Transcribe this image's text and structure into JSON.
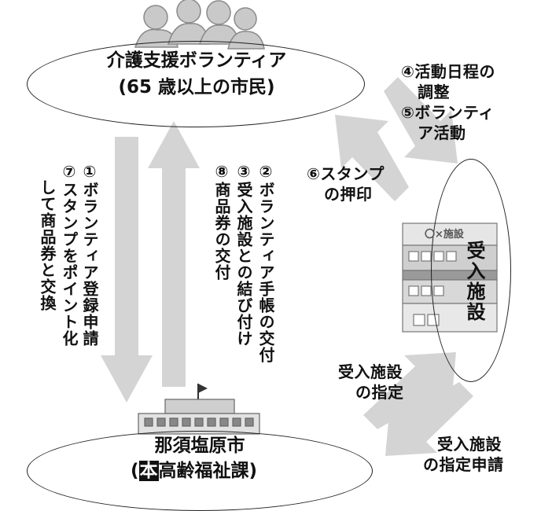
{
  "top_group": {
    "title": "介護支援ボランティア",
    "subtitle": "(65 歳以上の市民)"
  },
  "facility": {
    "name": "受入施設",
    "sign": "〇×施設"
  },
  "city": {
    "name": "那須塩原市",
    "dept_open": "(",
    "dept_highlight": "本",
    "dept_rest": "高齢福祉課",
    "dept_close": ")"
  },
  "steps": {
    "s4_line1": "④活動日程の",
    "s4_line2": "調整",
    "s5_line1": "⑤ボランティ",
    "s5_line2": "ア活動",
    "s6_line1": "⑥スタンプ",
    "s6_line2": "の押印",
    "s1": "①ボランティア登録申請",
    "s7_line1": "⑦スタンプをポイント化",
    "s7_line2": "して商品券と交換",
    "s2": "②ボランティア手帳の交付",
    "s3": "③受入施設との結び付け",
    "s8": "⑧商品券の交付",
    "designation": "受入施設",
    "designation_line2": "の指定",
    "designation_request": "受入施設",
    "designation_request_line2": "の指定申請"
  },
  "colors": {
    "arrow": "#d4d4d4",
    "line": "#222222"
  }
}
